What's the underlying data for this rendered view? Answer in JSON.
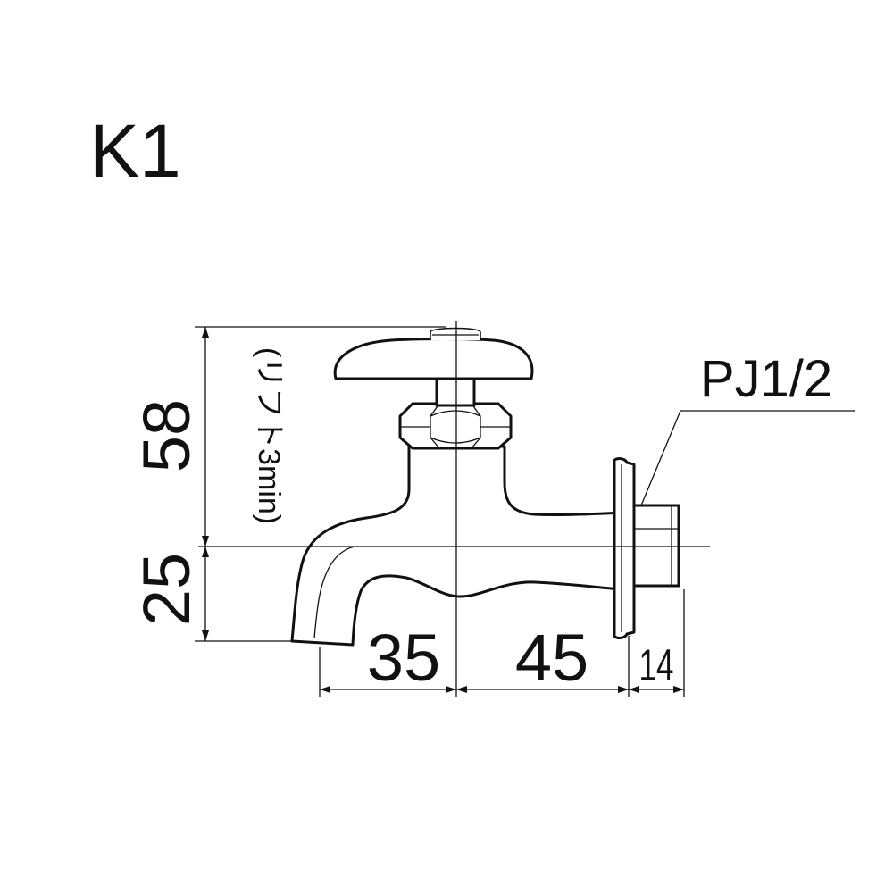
{
  "title": "K1",
  "thread_label": "PJ1/2",
  "dimensions": {
    "height_upper": "58",
    "height_note": "(リフト3min)",
    "height_lower": "25",
    "width_spout": "35",
    "width_body": "45",
    "width_thread": "14"
  }
}
